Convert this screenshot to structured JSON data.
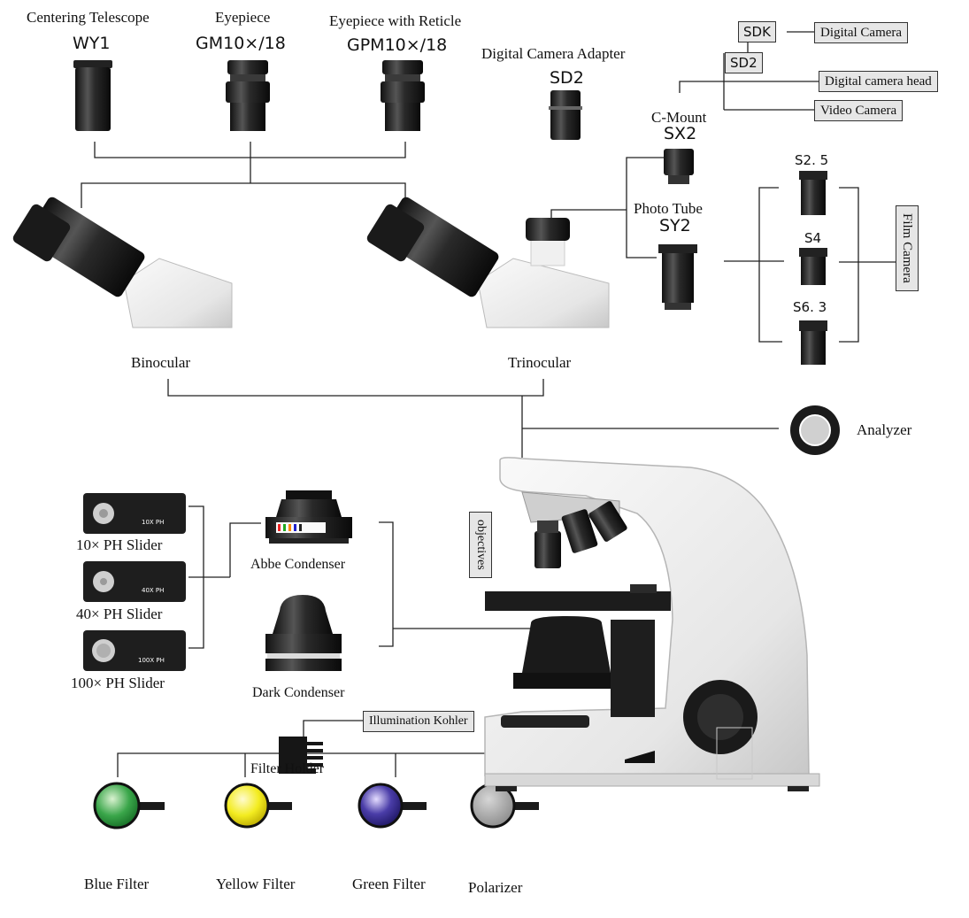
{
  "eyepieces": {
    "centering_telescope": {
      "title": "Centering Telescope",
      "code": "WY1"
    },
    "eyepiece": {
      "title": "Eyepiece",
      "code": "GM10×/18"
    },
    "eyepiece_reticle": {
      "title": "Eyepiece with Reticle",
      "code": "GPM10×/18"
    }
  },
  "camera_adapter": {
    "title": "Digital Camera Adapter",
    "code": "SD2"
  },
  "camera_chain": {
    "sdk": "SDK",
    "sd2": "SD2",
    "digital_camera": "Digital Camera",
    "digital_camera_head": "Digital camera head",
    "video_camera": "Video Camera"
  },
  "c_mount": {
    "title": "C-Mount",
    "code": "SX2"
  },
  "photo_tube": {
    "title": "Photo Tube",
    "code": "SY2"
  },
  "film_adapters": [
    "S2. 5",
    "S4",
    "S6. 3"
  ],
  "film_camera": "Film Camera",
  "heads": {
    "binocular": "Binocular",
    "trinocular": "Trinocular"
  },
  "analyzer": "Analyzer",
  "sliders": [
    {
      "label": "10× PH Slider",
      "mark": "10X  PH"
    },
    {
      "label": "40× PH Slider",
      "mark": "40X  PH"
    },
    {
      "label": "100× PH Slider",
      "mark": "100X  PH"
    }
  ],
  "condensers": {
    "abbe": "Abbe Condenser",
    "dark": "Dark Condenser"
  },
  "objectives": "objectives",
  "illumination": "Illumination Kohler",
  "filter_holder": "Filter Holder",
  "filters": [
    {
      "label": "Blue Filter",
      "color": "#2e9e3a"
    },
    {
      "label": "Yellow Filter",
      "color": "#f2ea1a"
    },
    {
      "label": "Green Filter",
      "color": "#3b2f8f"
    },
    {
      "label": "Polarizer",
      "color": "#9a9a9a"
    }
  ]
}
